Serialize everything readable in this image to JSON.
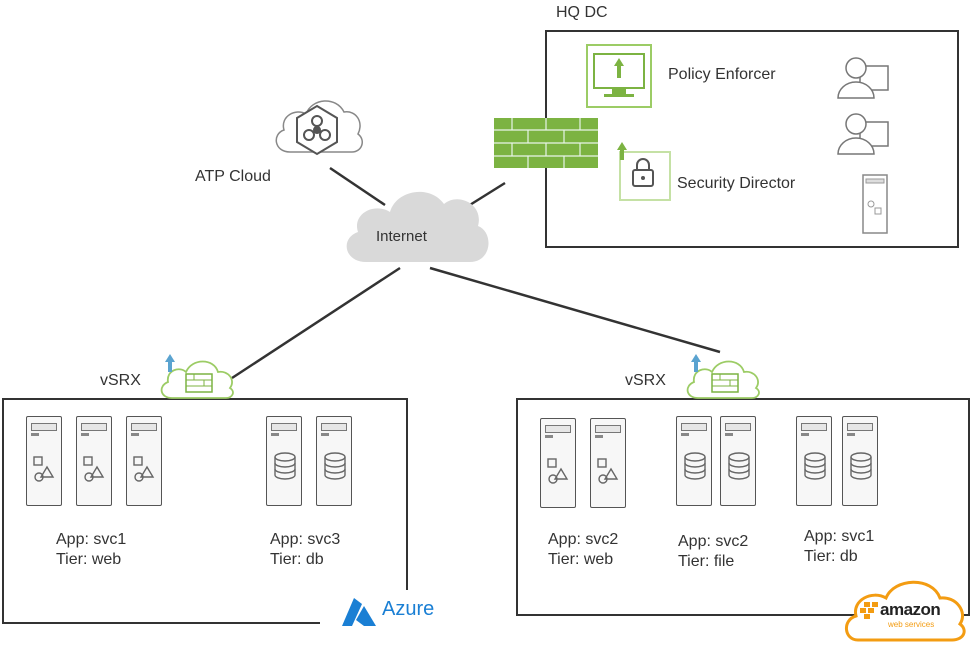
{
  "hq": {
    "label": "HQ DC",
    "policy_enforcer": "Policy Enforcer",
    "security_director": "Security Director"
  },
  "internet": "Internet",
  "atp_cloud": "ATP Cloud",
  "azure_site": {
    "vsrx_label": "vSRX",
    "groups": [
      {
        "app": "App: svc1",
        "tier": "Tier: web"
      },
      {
        "app": "App: svc3",
        "tier": "Tier: db"
      }
    ],
    "brand": "Azure"
  },
  "aws_site": {
    "vsrx_label": "vSRX",
    "groups": [
      {
        "app": "App: svc2",
        "tier": "Tier: web"
      },
      {
        "app": "App: svc2",
        "tier": "Tier: file"
      },
      {
        "app": "App: svc1",
        "tier": "Tier: db"
      }
    ],
    "brand": "amazon",
    "brand_sub": "web services"
  },
  "colors": {
    "juniper_green": "#7cb342",
    "azure_blue": "#1a7fd4",
    "aws_orange": "#f39c12",
    "line": "#333333"
  },
  "icons": [
    "biohazard-cloud-icon",
    "firewall-icon",
    "monitor-icon",
    "lock-icon",
    "user-icon",
    "server-icon",
    "database-icon",
    "cloud-icon"
  ]
}
